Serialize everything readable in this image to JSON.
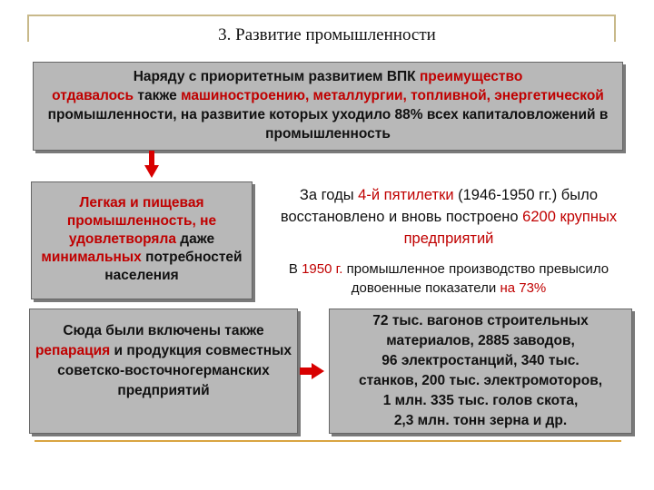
{
  "title": "3. Развитие промышленности",
  "box1": {
    "p1": "Наряду с приоритетным развитием ВПК ",
    "r1": "преимущество",
    "r2": "отдавалось",
    "p2": " также ",
    "r3": "машиностроению, металлургии, топливной, энергетической",
    "p3": " промышленности, на развитие которых уходило 88% всех капиталовложений в промышленность"
  },
  "box2": {
    "r1": "Легкая и пищевая промышленность, не удовлетворяла",
    "p1": " даже ",
    "r2": "минимальных",
    "p2": " потребностей населения"
  },
  "text1": {
    "p1": "За годы ",
    "r1": "4-й пятилетки",
    "p2": " (1946-1950 гг.) было восстановлено и вновь построено ",
    "r2": "6200",
    "p3": " крупных предприятий"
  },
  "text2": {
    "p1": "В ",
    "r1": "1950 г.",
    "p2": " промышленное производство превысило довоенные показатели ",
    "r2": "на 73%"
  },
  "box3": {
    "p1": "Сюда были включены также ",
    "r1": "репарация",
    "p2": " и продукция совместных советско-восточногерманских предприятий"
  },
  "box4": {
    "lines": [
      "72 тыс. вагонов строительных",
      "материалов, 2885 заводов,",
      "96 электростанций, 340 тыс.",
      "станков, 200 тыс. электромоторов,",
      "1 млн. 335 тыс. голов скота,",
      "2,3 млн. тонн зерна и др."
    ]
  },
  "colors": {
    "accent": "#c00000",
    "box": "#b8b8b8",
    "frame": "#c8b98a",
    "rule": "#d9a441"
  }
}
